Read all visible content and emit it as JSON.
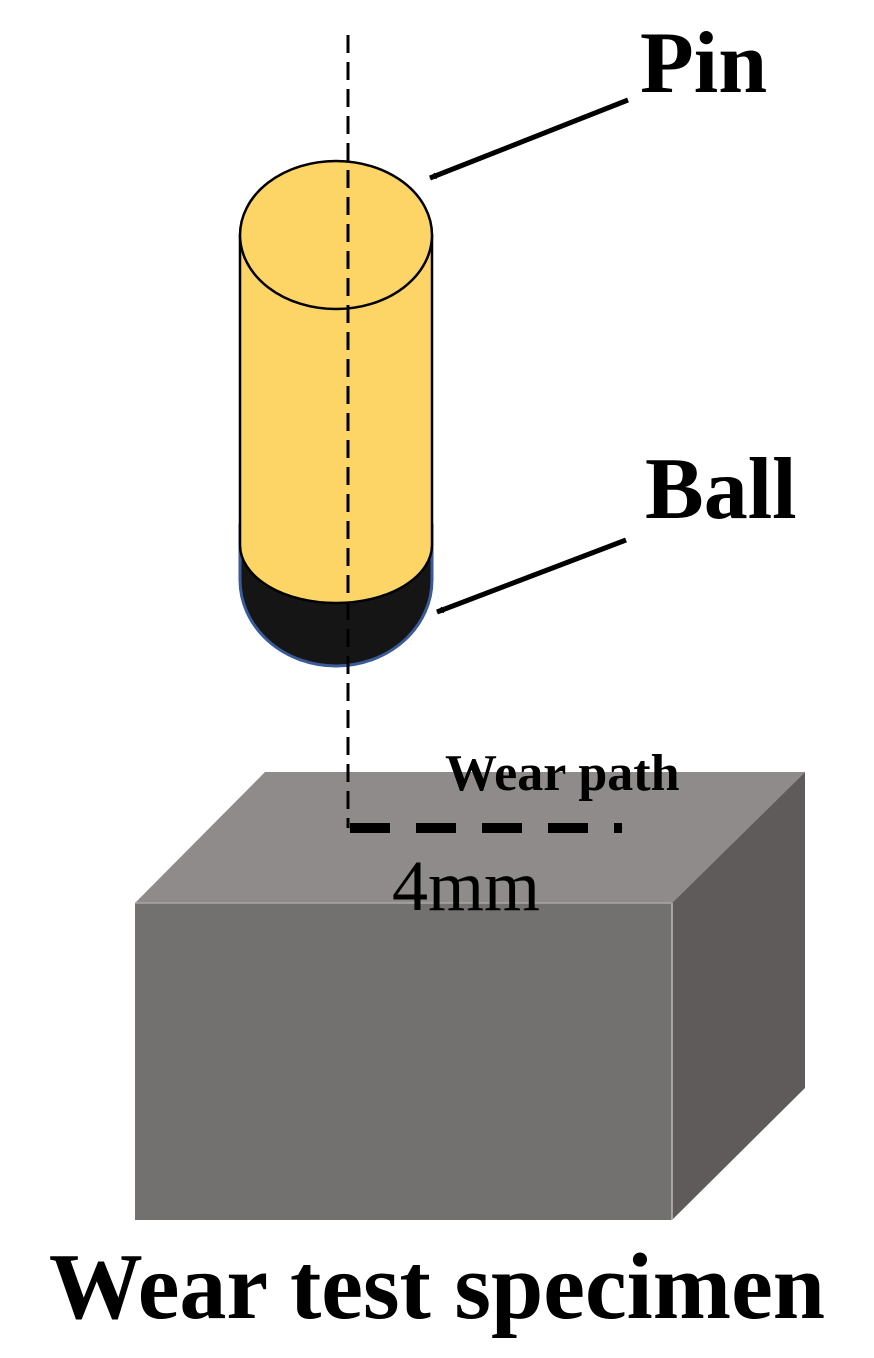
{
  "labels": {
    "pin": "Pin",
    "ball": "Ball",
    "wear_path": "Wear path",
    "distance": "4mm",
    "specimen": "Wear test specimen"
  },
  "colors": {
    "pin_fill": "#fdd566",
    "ball_fill": "#151515",
    "ball_edge": "#3b5a9a",
    "block_top": "#8f8b8a",
    "block_front": "#737070",
    "block_side": "#5f5b5a",
    "line": "#000000"
  }
}
